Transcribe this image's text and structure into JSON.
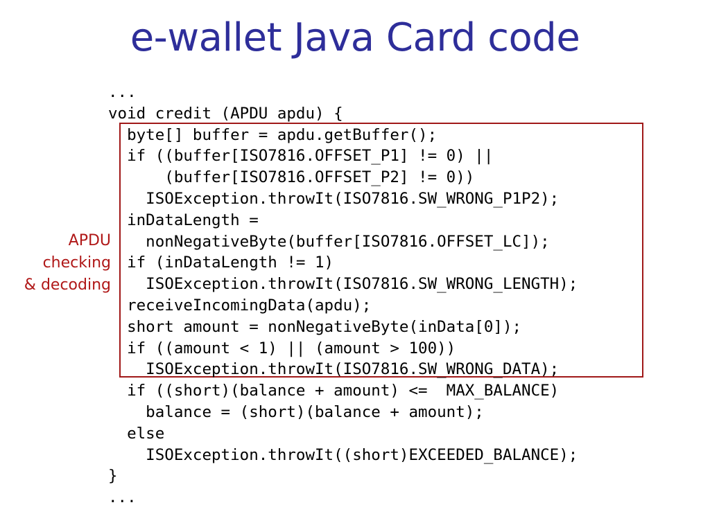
{
  "slide": {
    "title": "e-wallet Java Card code"
  },
  "annotation": {
    "lines": [
      "APDU",
      "checking",
      "& decoding"
    ]
  },
  "code": {
    "lines": [
      "...",
      "void credit (APDU apdu) {",
      "  byte[] buffer = apdu.getBuffer();",
      "  if ((buffer[ISO7816.OFFSET_P1] != 0) ||",
      "      (buffer[ISO7816.OFFSET_P2] != 0))",
      "    ISOException.throwIt(ISO7816.SW_WRONG_P1P2);",
      "  inDataLength =",
      "    nonNegativeByte(buffer[ISO7816.OFFSET_LC]);",
      "  if (inDataLength != 1)",
      "    ISOException.throwIt(ISO7816.SW_WRONG_LENGTH);",
      "  receiveIncomingData(apdu);",
      "  short amount = nonNegativeByte(inData[0]);",
      "  if ((amount < 1) || (amount > 100))",
      "    ISOException.throwIt(ISO7816.SW_WRONG_DATA);",
      "  if ((short)(balance + amount) <=  MAX_BALANCE)",
      "    balance = (short)(balance + amount);",
      "  else",
      "    ISOException.throwIt((short)EXCEEDED_BALANCE);",
      "}",
      "..."
    ]
  },
  "colors": {
    "title": "#2e2e9a",
    "annotation": "#b01818",
    "box_border": "#a01818",
    "code": "#000000"
  }
}
